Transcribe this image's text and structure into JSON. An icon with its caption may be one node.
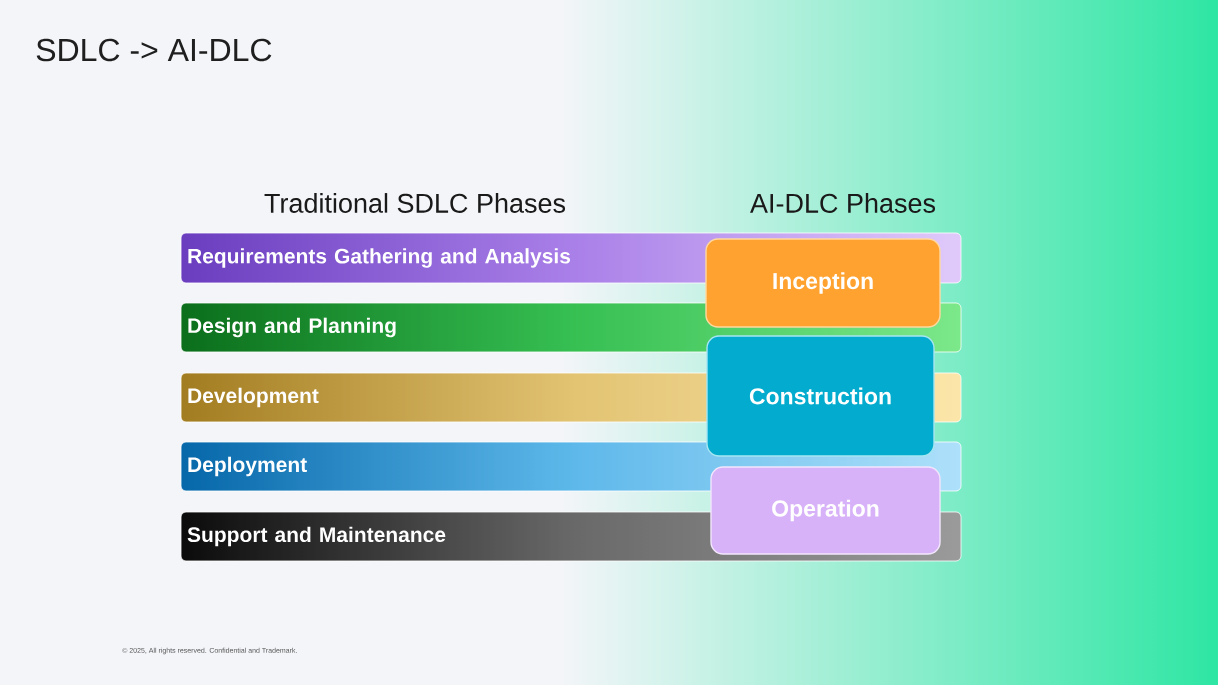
{
  "diagram": {
    "title": "SDLC -> AI-DLC",
    "nodes": [
      {
        "text": [
          "Requirements Gathering and Analysis"
        ]
      },
      {
        "text": [
          "Design and Planning"
        ]
      },
      {
        "text": [
          "Development"
        ]
      },
      {
        "text": [
          "Deployment"
        ]
      },
      {
        "text": [
          "Support and Maintenance"
        ]
      },
      {
        "text": [
          "Inception"
        ]
      },
      {
        "text": [
          "Construction"
        ]
      },
      {
        "text": [
          "Operation"
        ]
      }
    ],
    "labels": [
      "Traditional SDLC Phases",
      "AI-DLC Phases",
      "© 2025, All rights reserved. Confidential and Trademark."
    ]
  }
}
